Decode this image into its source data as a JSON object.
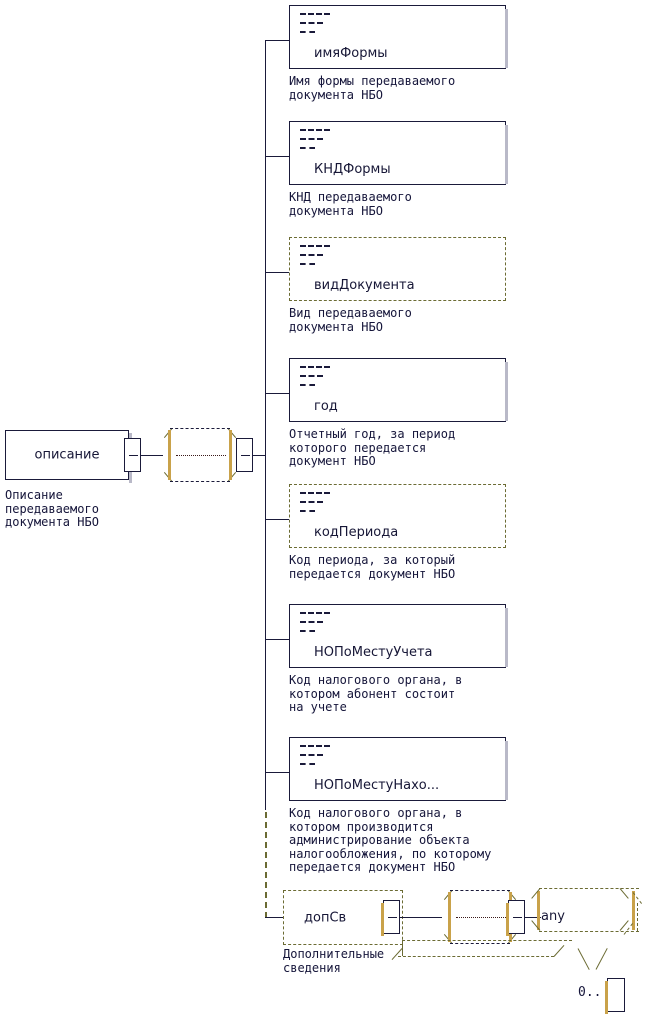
{
  "diagram": {
    "type": "xml-schema-tree",
    "title": "описание",
    "root": {
      "name": "описание",
      "caption": "Описание\nпередаваемого\nдокумента НБО",
      "compositor": "sequence"
    },
    "children": [
      {
        "name": "имяФормы",
        "caption": "Имя формы передаваемого\nдокумента НБО",
        "optional": false,
        "kind": "element"
      },
      {
        "name": "КНДФормы",
        "caption": "КНД передаваемого\nдокумента НБО",
        "optional": false,
        "kind": "element"
      },
      {
        "name": "видДокумента",
        "caption": "Вид передаваемого\nдокумента НБО",
        "optional": true,
        "kind": "element"
      },
      {
        "name": "год",
        "caption": "Отчетный год, за период\nкоторого передается\nдокумент НБО",
        "optional": false,
        "kind": "element"
      },
      {
        "name": "кодПериода",
        "caption": "Код периода, за который\nпередается документ НБО",
        "optional": true,
        "kind": "element"
      },
      {
        "name": "НОПоМестуУчета",
        "caption": "Код налогового органа, в\nкотором абонент состоит\nна учете",
        "optional": false,
        "kind": "element"
      },
      {
        "name": "НОПоМестуНахо...",
        "caption": "Код налогового органа, в\nкотором производится\nадминистрирование объекта\nналогообложения, по которому\nпередается документ НБО",
        "optional": false,
        "kind": "element"
      },
      {
        "name": "допСв",
        "caption": "Дополнительные\nсведения",
        "optional": true,
        "kind": "element-with-children"
      }
    ],
    "dopsv_branch": {
      "compositor": "sequence",
      "wildcard": {
        "name": "any",
        "occurrence": "0..",
        "occurrence_suffix": ""
      }
    },
    "colors": {
      "line": "#1a1a3a",
      "optional_border": "#6b6b33",
      "shadow": "#b9b9c8",
      "accent": "#c9a24a",
      "text": "#15153a",
      "background": "#ffffff"
    }
  }
}
